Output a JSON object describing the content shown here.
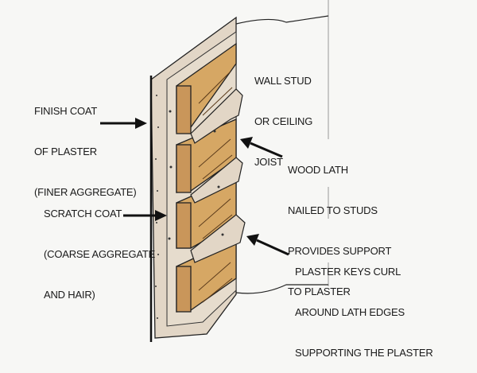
{
  "colors": {
    "background": "#f7f7f5",
    "wood": "#d6a764",
    "plaster": "#e2d6c6",
    "outline": "#1a1a1a"
  },
  "labels": {
    "finish_coat": [
      "FINISH COAT",
      "OF PLASTER",
      "(FINER AGGREGATE)"
    ],
    "scratch_coat": [
      "SCRATCH COAT",
      "(COARSE AGGREGATE",
      "AND HAIR)"
    ],
    "wall_stud": [
      "WALL STUD",
      "OR CEILING",
      "JOIST"
    ],
    "wood_lath": [
      "WOOD LATH",
      "NAILED TO STUDS",
      "PROVIDES SUPPORT",
      "TO PLASTER"
    ],
    "plaster_keys": [
      "PLASTER KEYS CURL",
      "AROUND LATH EDGES",
      "SUPPORTING THE PLASTER"
    ]
  }
}
